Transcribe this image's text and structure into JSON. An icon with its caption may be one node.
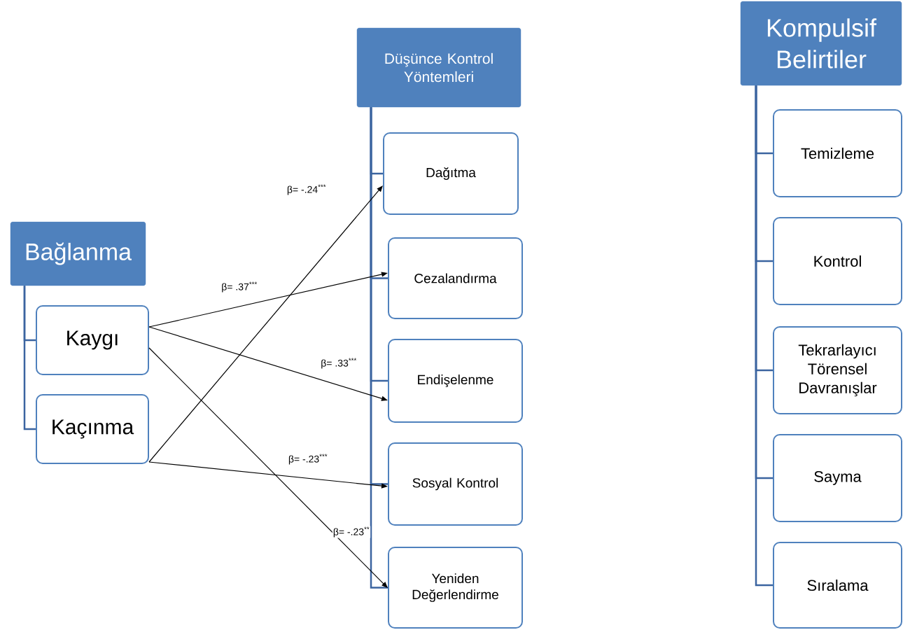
{
  "diagram": {
    "nodes": [
      {
        "text": [
          "Bağlanma"
        ]
      },
      {
        "text": [
          "Kaygı"
        ]
      },
      {
        "text": [
          "Kaçınma"
        ]
      },
      {
        "text": [
          "Düşünce Kontrol Yöntemleri"
        ]
      },
      {
        "text": [
          "Dağıtma"
        ]
      },
      {
        "text": [
          "Cezalandırma"
        ]
      },
      {
        "text": [
          "Endişelenme"
        ]
      },
      {
        "text": [
          "Sosyal Kontrol"
        ]
      },
      {
        "text": [
          "Yeniden Değerlendirme"
        ]
      },
      {
        "text": [
          "Kompulsif Belirtiler"
        ]
      },
      {
        "text": [
          "Temizleme"
        ]
      },
      {
        "text": [
          "Kontrol"
        ]
      },
      {
        "text": [
          "Tekrarlayıcı Törensel Davranışlar"
        ]
      },
      {
        "text": [
          "Sayma"
        ]
      },
      {
        "text": [
          "Sıralama"
        ]
      }
    ],
    "edges": [
      {
        "from": 0,
        "to": 1,
        "arrow": "none"
      },
      {
        "from": 0,
        "to": 2,
        "arrow": "none"
      },
      {
        "from": 3,
        "to": 4,
        "arrow": "none"
      },
      {
        "from": 3,
        "to": 5,
        "arrow": "none"
      },
      {
        "from": 3,
        "to": 6,
        "arrow": "none"
      },
      {
        "from": 3,
        "to": 7,
        "arrow": "none"
      },
      {
        "from": 3,
        "to": 8,
        "arrow": "none"
      },
      {
        "from": 9,
        "to": 10,
        "arrow": "none"
      },
      {
        "from": 9,
        "to": 11,
        "arrow": "none"
      },
      {
        "from": 9,
        "to": 12,
        "arrow": "none"
      },
      {
        "from": 9,
        "to": 13,
        "arrow": "none"
      },
      {
        "from": 9,
        "to": 14,
        "arrow": "none"
      },
      {
        "from": 2,
        "to": 4,
        "arrow": "to",
        "color": "#000000",
        "label": "β= -.24$^{***}$"
      },
      {
        "from": 1,
        "to": 5,
        "arrow": "to",
        "color": "#000000",
        "label": "β= .37$^{***}$"
      },
      {
        "from": 1,
        "to": 6,
        "arrow": "to",
        "color": "#000000",
        "label": "β= .33$^{***}$"
      },
      {
        "from": 2,
        "to": 7,
        "arrow": "to",
        "color": "#000000",
        "label": "β= -.23$^{***}$"
      },
      {
        "from": 1,
        "to": 8,
        "arrow": "to",
        "color": "#000000",
        "label": "β= -.23$^{**}$"
      }
    ]
  }
}
